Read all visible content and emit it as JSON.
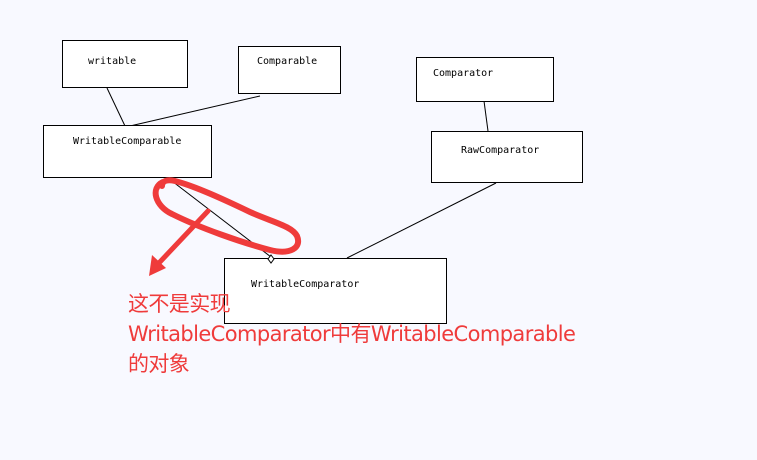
{
  "diagram": {
    "boxes": {
      "writable": "writable",
      "comparable": "Comparable",
      "writable_comparable": "WritableComparable",
      "comparator": "Comparator",
      "raw_comparator": "RawComparator",
      "writable_comparator": "WritableComparator"
    },
    "annotation": {
      "line1": "这不是实现",
      "line2": "WritableComparator中有WritableComparable",
      "line3": "的对象"
    },
    "annotation_color": "#ef3b3b"
  }
}
